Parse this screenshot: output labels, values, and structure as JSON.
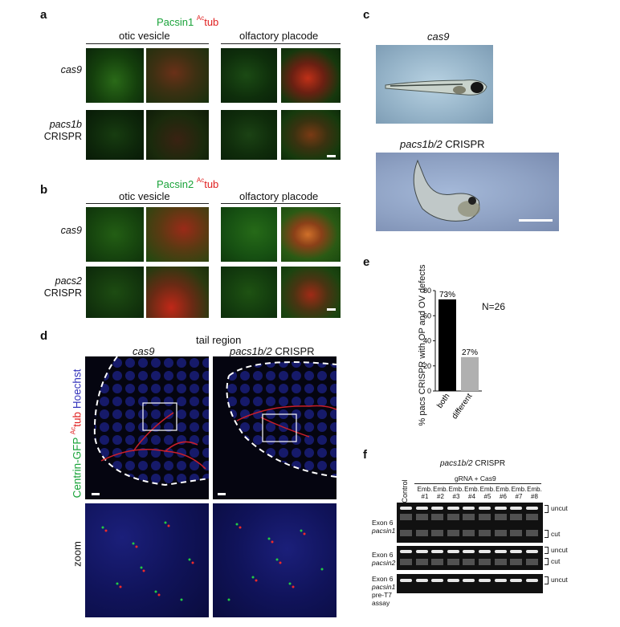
{
  "panel_a": {
    "letter": "a",
    "title_green": "Pacsin1",
    "title_sup": "Ac",
    "title_red": "tub",
    "region_left": "otic vesicle",
    "region_right": "olfactory placode",
    "row1_label": "cas9",
    "row2_label_italic": "pacs1b",
    "row2_label_plain": "CRISPR"
  },
  "panel_b": {
    "letter": "b",
    "title_green": "Pacsin2",
    "title_sup": "Ac",
    "title_red": "tub",
    "region_left": "otic vesicle",
    "region_right": "olfactory placode",
    "row1_label": "cas9",
    "row2_label_italic": "pacs2",
    "row2_label_plain": "CRISPR"
  },
  "panel_c": {
    "letter": "c",
    "top_label": "cas9",
    "bottom_label_italic": "pacs1b/2",
    "bottom_label_plain": "CRISPR"
  },
  "panel_d": {
    "letter": "d",
    "title": "tail region",
    "col1_label": "cas9",
    "col2_label_italic": "pacs1b/2",
    "col2_label_plain": "CRISPR",
    "side_green": "Centrin-GFP",
    "side_sup": "Ac",
    "side_red": "tub",
    "side_blue": "Hoechst",
    "zoom_label": "zoom"
  },
  "panel_e": {
    "letter": "e",
    "ylabel_italic": "pacs",
    "ylabel_rest": "% pacs CRISPR with OP and OV defects",
    "n_label": "N=26",
    "colors": {
      "both": "#000000",
      "different": "#b0b0b0"
    }
  },
  "chart_data": {
    "type": "bar",
    "categories": [
      "both",
      "different"
    ],
    "values": [
      73,
      27
    ],
    "data_labels": [
      "73%",
      "27%"
    ],
    "ylabel": "% pacs CRISPR with OP and OV defects",
    "ylim": [
      0,
      80
    ],
    "yticks": [
      0,
      20,
      40,
      60,
      80
    ],
    "annotation": "N=26"
  },
  "panel_f": {
    "letter": "f",
    "title_italic": "pacs1b/2",
    "title_plain": "CRISPR",
    "control_label": "Control",
    "group_label": "gRNA + Cas9",
    "lanes": [
      "Emb. #1",
      "Emb. #2",
      "Emb. #3",
      "Emb. #4",
      "Emb. #5",
      "Emb. #6",
      "Emb. #7",
      "Emb. #8"
    ],
    "gel1_label_line1": "Exon 6",
    "gel1_label_line2": "pacsin1",
    "gel2_label_line1": "Exon 6",
    "gel2_label_line2": "pacsin2",
    "gel3_label_line1": "Exon 6",
    "gel3_label_line2": "pacsin1",
    "gel3_label_line3": "pre-T7",
    "gel3_label_line4": "assay",
    "uncut": "uncut",
    "cut": "cut"
  }
}
